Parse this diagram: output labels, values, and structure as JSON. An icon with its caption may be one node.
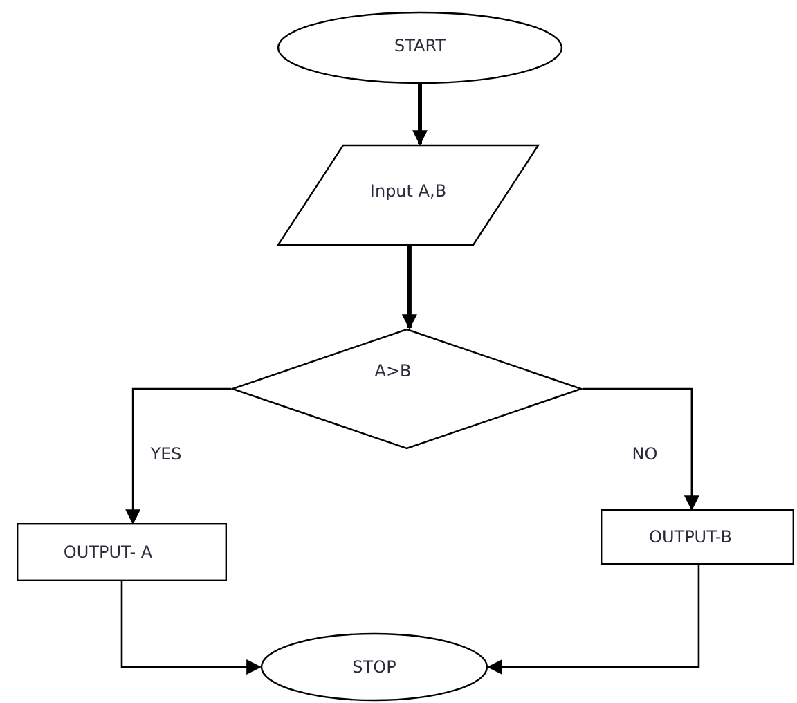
{
  "diagram": {
    "nodes": [
      {
        "text": [
          "START"
        ]
      },
      {
        "text": [
          "Input A,B"
        ]
      },
      {
        "text": [
          "A>B"
        ]
      },
      {
        "text": [
          "OUTPUT- A"
        ]
      },
      {
        "text": [
          "OUTPUT-B"
        ]
      },
      {
        "text": [
          "STOP"
        ]
      }
    ],
    "edges": [
      {
        "from": 0,
        "to": 1,
        "arrow": "to",
        "style": "thick"
      },
      {
        "from": 1,
        "to": 2,
        "arrow": "to",
        "style": "thick"
      },
      {
        "from": 2,
        "to": 3,
        "arrow": "to",
        "label": "YES"
      },
      {
        "from": 2,
        "to": 4,
        "arrow": "to",
        "label": "NO"
      },
      {
        "from": 3,
        "to": 5,
        "arrow": "to"
      },
      {
        "from": 4,
        "to": 5,
        "arrow": "to"
      }
    ]
  }
}
